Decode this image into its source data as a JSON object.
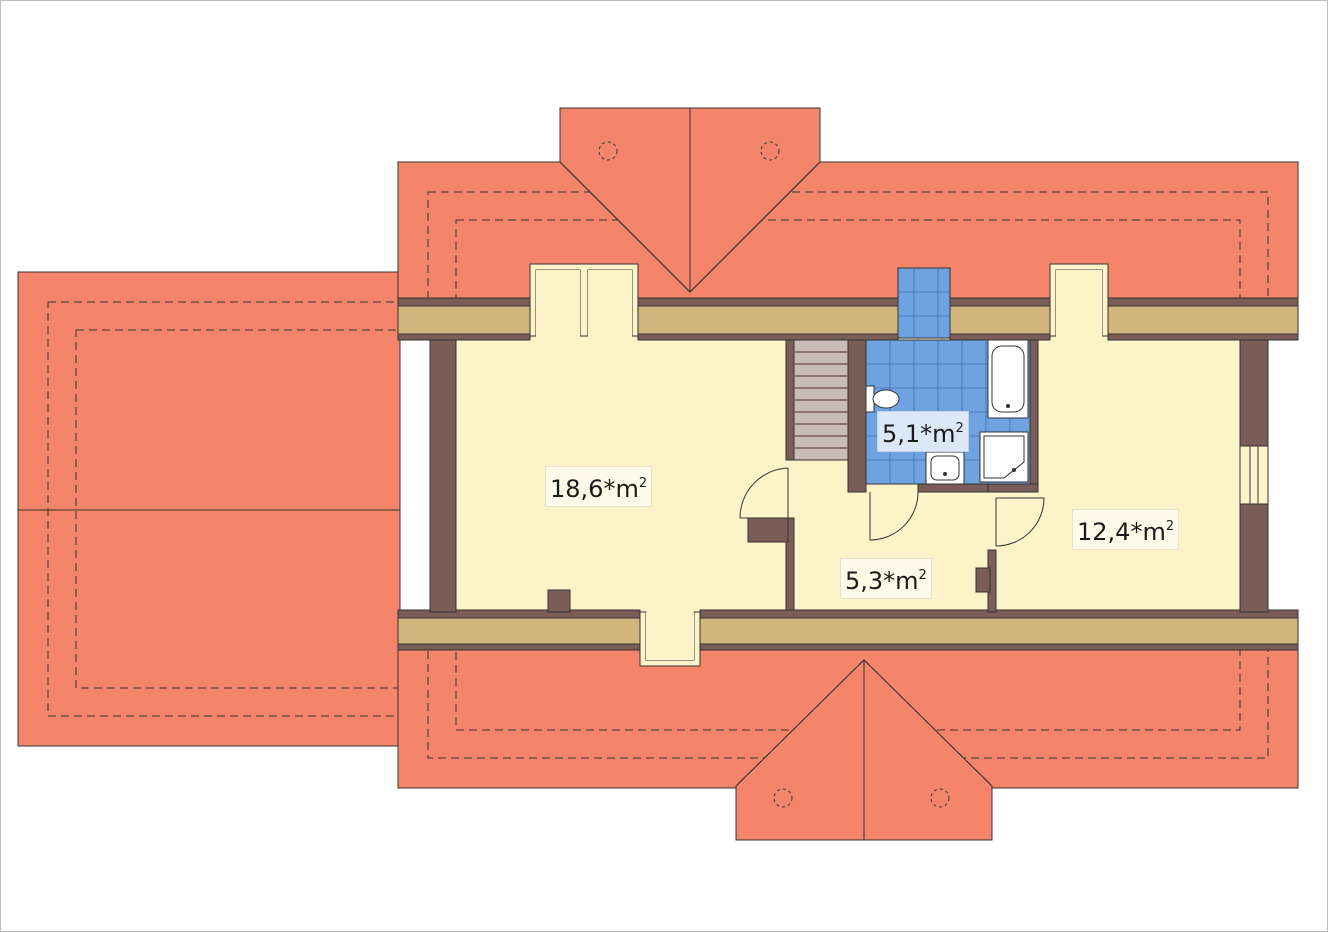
{
  "colors": {
    "roof": "#f4856b",
    "floor": "#fdf3c9",
    "wall_dark": "#7a5d56",
    "wall_knee": "#d1b57c",
    "tiles": "#6fa2e0",
    "outline": "#333333",
    "frame": "#bdbdbd"
  },
  "rooms": [
    {
      "number": "18,6*m",
      "unit_exp": "2"
    },
    {
      "number": "5,1*m",
      "unit_exp": "2"
    },
    {
      "number": "5,3*m",
      "unit_exp": "2"
    },
    {
      "number": "12,4*m",
      "unit_exp": "2"
    }
  ]
}
